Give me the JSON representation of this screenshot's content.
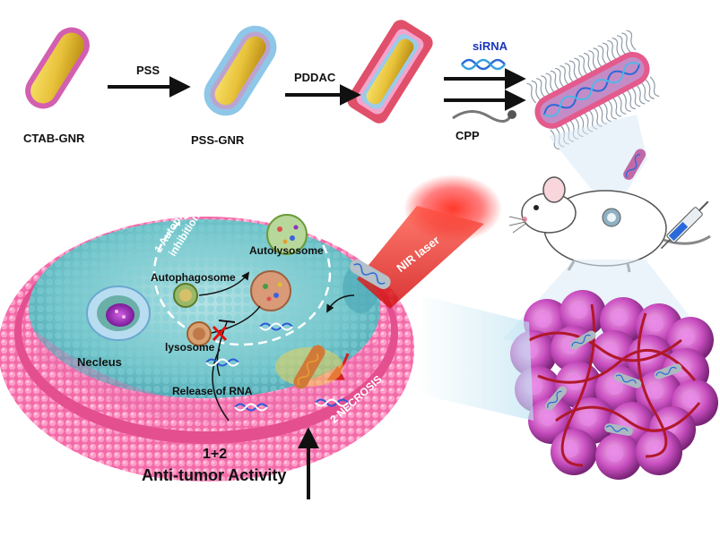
{
  "labels": {
    "ctab_gnr": "CTAB-GNR",
    "pss": "PSS",
    "pss_gnr": "PSS-GNR",
    "pddac": "PDDAC",
    "sirna": "siRNA",
    "cpp": "CPP",
    "nir_laser": "NIR laser",
    "autophagy_1": "1 Autophagy",
    "autophagy_2": "inhibition",
    "autolysosome": "Autolysosome",
    "autophagosome": "Autophagosome",
    "lysosome": "lysosome",
    "nucleus": "Necleus",
    "release_rna": "Release of RNA",
    "necrosis": "2 NECROSIS",
    "activity_1": "1+2",
    "activity_2": "Anti-tumor Activity"
  },
  "colors": {
    "gold_core": "#e8c23a",
    "ctab_shell": "#d35fb0",
    "pss_shell": "#8fc7e8",
    "pddac_shell": "#e0506a",
    "membrane": "#f06aa6",
    "cytoplasm": "#6fc3c8",
    "laser": "#ff2a2a",
    "tumor": "#c94fc0",
    "vessel": "#b0182a"
  }
}
